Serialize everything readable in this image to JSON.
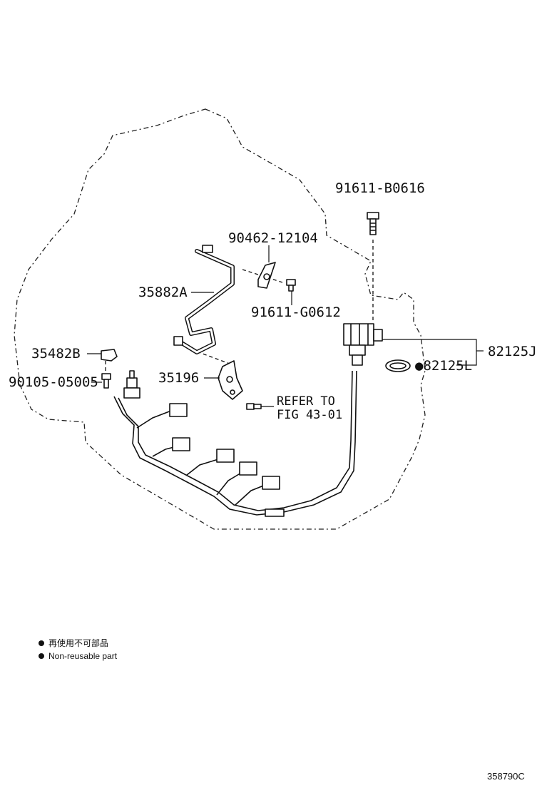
{
  "parts": {
    "bolt_top": "91611-B0616",
    "clip_small": "90462-12104",
    "bracket": "35882A",
    "bolt_small": "91611-G0612",
    "sensor_assembly": "82125J",
    "oring": "82125L",
    "clip_left": "35482B",
    "bolt_left": "90105-05005",
    "bracket_plate": "35196"
  },
  "refer": {
    "line1": "REFER TO",
    "line2": "FIG 43-01"
  },
  "legend": {
    "jp": "再使用不可部品",
    "en": "Non-reusable part",
    "bullet": "●"
  },
  "drawing_code": "358790C"
}
